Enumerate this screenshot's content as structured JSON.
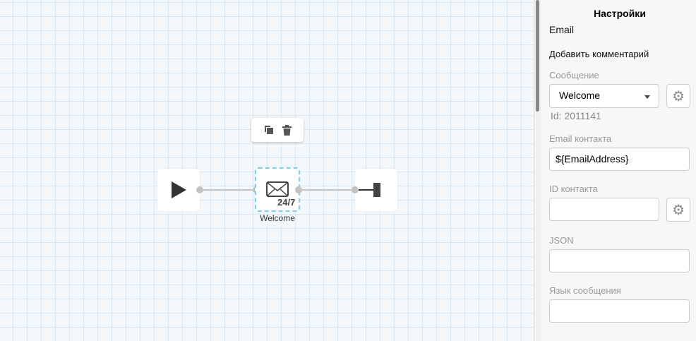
{
  "canvas": {
    "toolbar": {
      "copy": "copy-icon",
      "delete": "trash-icon"
    },
    "nodes": [
      {
        "type": "start",
        "icon": "play-icon"
      },
      {
        "type": "email",
        "icon": "envelope-icon",
        "badge": "24/7",
        "label": "Welcome"
      },
      {
        "type": "end",
        "icon": "end-icon"
      }
    ]
  },
  "panel": {
    "title": "Настройки",
    "node_type": "Email",
    "add_comment": "Добавить комментарий",
    "message_label": "Сообщение",
    "message_value": "Welcome",
    "message_id": "Id: 2011141",
    "email_label": "Email контакта",
    "email_value": "${EmailAddress}",
    "contact_id_label": "ID контакта",
    "contact_id_value": "",
    "json_label": "JSON",
    "json_value": "",
    "lang_label": "Язык сообщения",
    "lang_value": ""
  }
}
